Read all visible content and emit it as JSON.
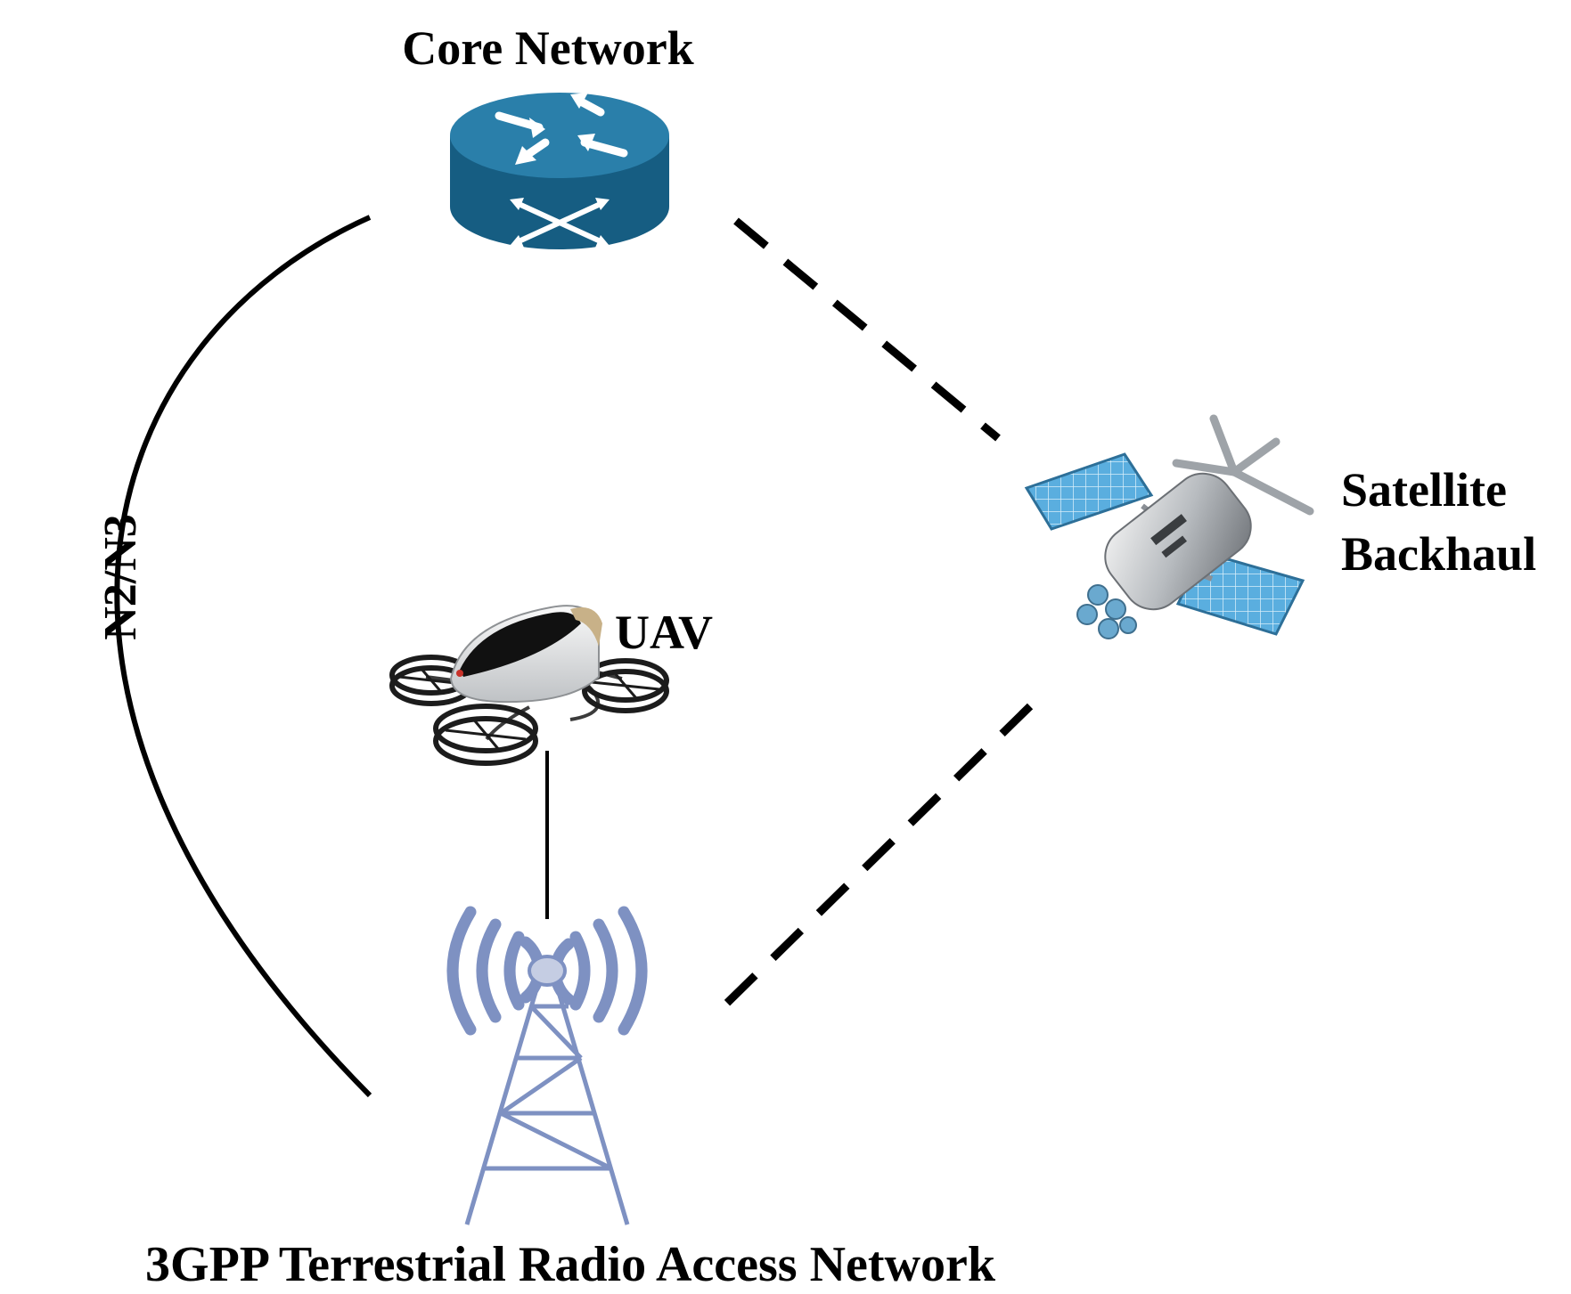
{
  "labels": {
    "core_network": "Core Network",
    "satellite_line1": "Satellite",
    "satellite_line2": "Backhaul",
    "uav": "UAV",
    "interface": "N2/N3",
    "ran": "3GPP Terrestrial Radio Access Network"
  },
  "icons": {
    "core": "router-icon",
    "satellite": "satellite-icon",
    "uav": "drone-icon",
    "ran": "cell-tower-icon"
  },
  "colors": {
    "router_blue": "#1d6b93",
    "tower_blue": "#7e91c2",
    "panel_blue": "#5aaedf",
    "line": "#000000"
  }
}
